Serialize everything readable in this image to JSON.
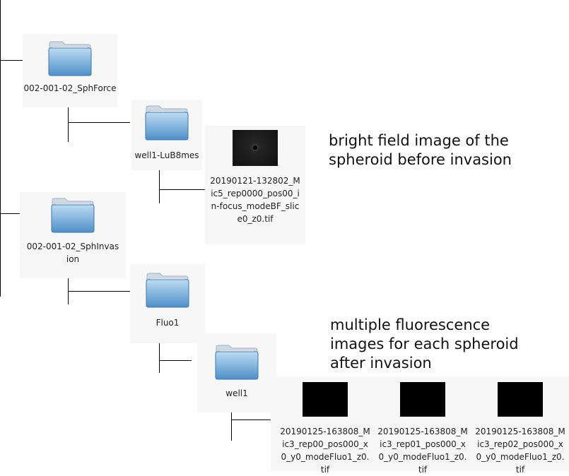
{
  "items": {
    "sphforce": {
      "label": "002-001-02_SphForce",
      "icon": "folder-icon"
    },
    "well_lub8mes": {
      "label": "well1-LuB8mes",
      "icon": "folder-icon"
    },
    "bf_file": {
      "label": "20190121-132802_Mic5_rep0000_pos00_in-focus_modeBF_slice0_z0.tif",
      "icon": "bright-field-thumbnail"
    },
    "sphinvasion": {
      "label": "002-001-02_SphInvasion",
      "icon": "folder-icon"
    },
    "fluo1": {
      "label": "Fluo1",
      "icon": "folder-icon"
    },
    "well1": {
      "label": "well1",
      "icon": "folder-icon"
    },
    "fluo_files": [
      {
        "label": "20190125-163808_Mic3_rep00_pos000_x0_y0_modeFluo1_z0.tif"
      },
      {
        "label": "20190125-163808_Mic3_rep01_pos000_x0_y0_modeFluo1_z0.tif"
      },
      {
        "label": "20190125-163808_Mic3_rep02_pos000_x0_y0_modeFluo1_z0.tif"
      }
    ]
  },
  "annotations": {
    "bright_field_line1": "bright field image of the",
    "bright_field_line2": "spheroid before invasion",
    "fluo_line1": "multiple fluorescence",
    "fluo_line2": "images for each spheroid",
    "fluo_line3": "after invasion"
  },
  "colors": {
    "folder_top": "#bcdcf2",
    "folder_bottom": "#4f8fc8",
    "tile_bg": "#f7f7f7"
  }
}
